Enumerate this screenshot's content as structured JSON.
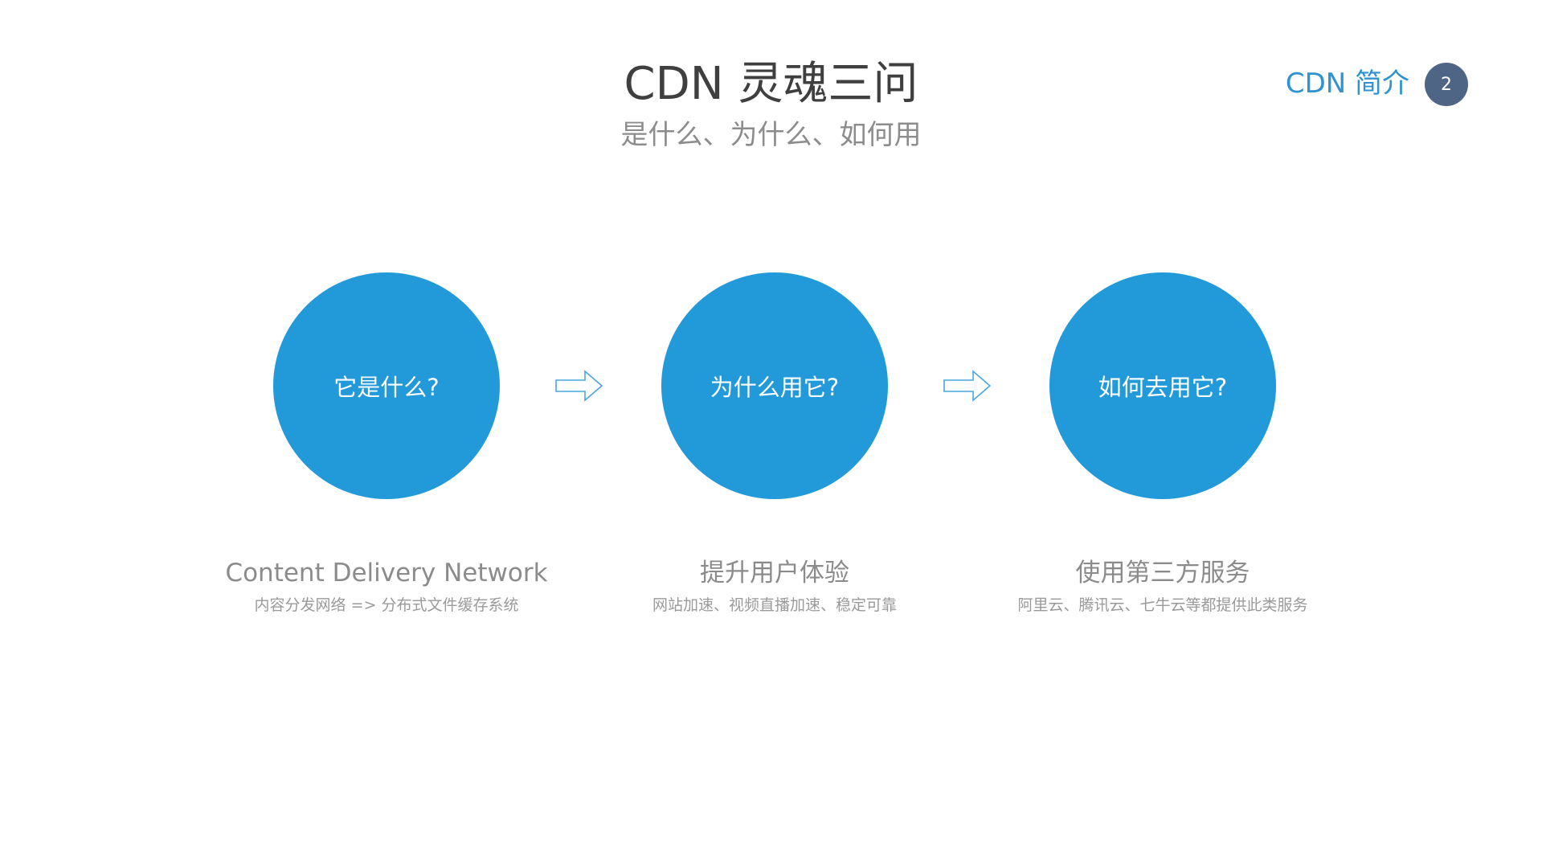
{
  "slide": {
    "title": "CDN 灵魂三问",
    "subtitle": "是什么、为什么、如何用",
    "section_label": "CDN 简介",
    "page_number": "2"
  },
  "questions": [
    {
      "question": "它是什么?",
      "heading": "Content Delivery Network",
      "detail": "内容分发网络 => 分布式文件缓存系统"
    },
    {
      "question": "为什么用它?",
      "heading": "提升用户体验",
      "detail": "网站加速、视频直播加速、稳定可靠"
    },
    {
      "question": "如何去用它?",
      "heading": "使用第三方服务",
      "detail": "阿里云、腾讯云、七牛云等都提供此类服务"
    }
  ],
  "colors": {
    "circle": "#2299d9",
    "arrow_outline": "#4aa6dc",
    "section_label": "#2f93cf",
    "badge": "#4e6586",
    "title": "#3f3f3f",
    "subtitle": "#8c8c8c"
  },
  "icons": {
    "arrow": "right-arrow-outline-icon"
  }
}
